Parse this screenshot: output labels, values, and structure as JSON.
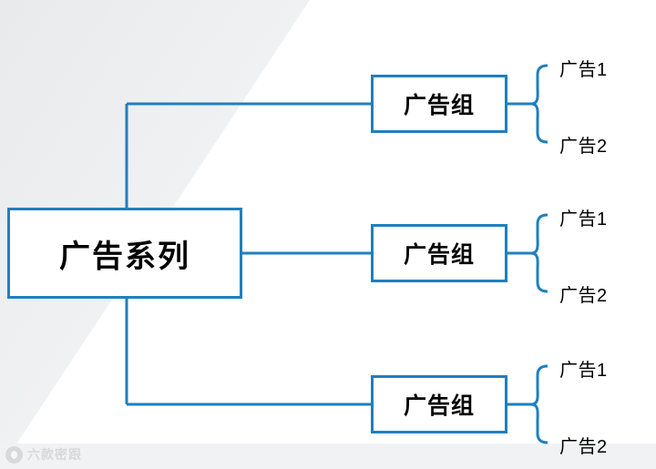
{
  "diagram": {
    "type": "tree",
    "title": "",
    "accent_color": "#1f7fc0",
    "background_color": "#ffffff",
    "root": {
      "label": "广告系列"
    },
    "branches": [
      {
        "group_label": "广告组",
        "leaves": [
          {
            "label": "广告1"
          },
          {
            "label": "广告2"
          }
        ]
      },
      {
        "group_label": "广告组",
        "leaves": [
          {
            "label": "广告1"
          },
          {
            "label": "广告2"
          }
        ]
      },
      {
        "group_label": "广告组",
        "leaves": [
          {
            "label": "广告1"
          },
          {
            "label": "广告2"
          }
        ]
      }
    ]
  },
  "watermark": {
    "text": "六款密跟"
  }
}
